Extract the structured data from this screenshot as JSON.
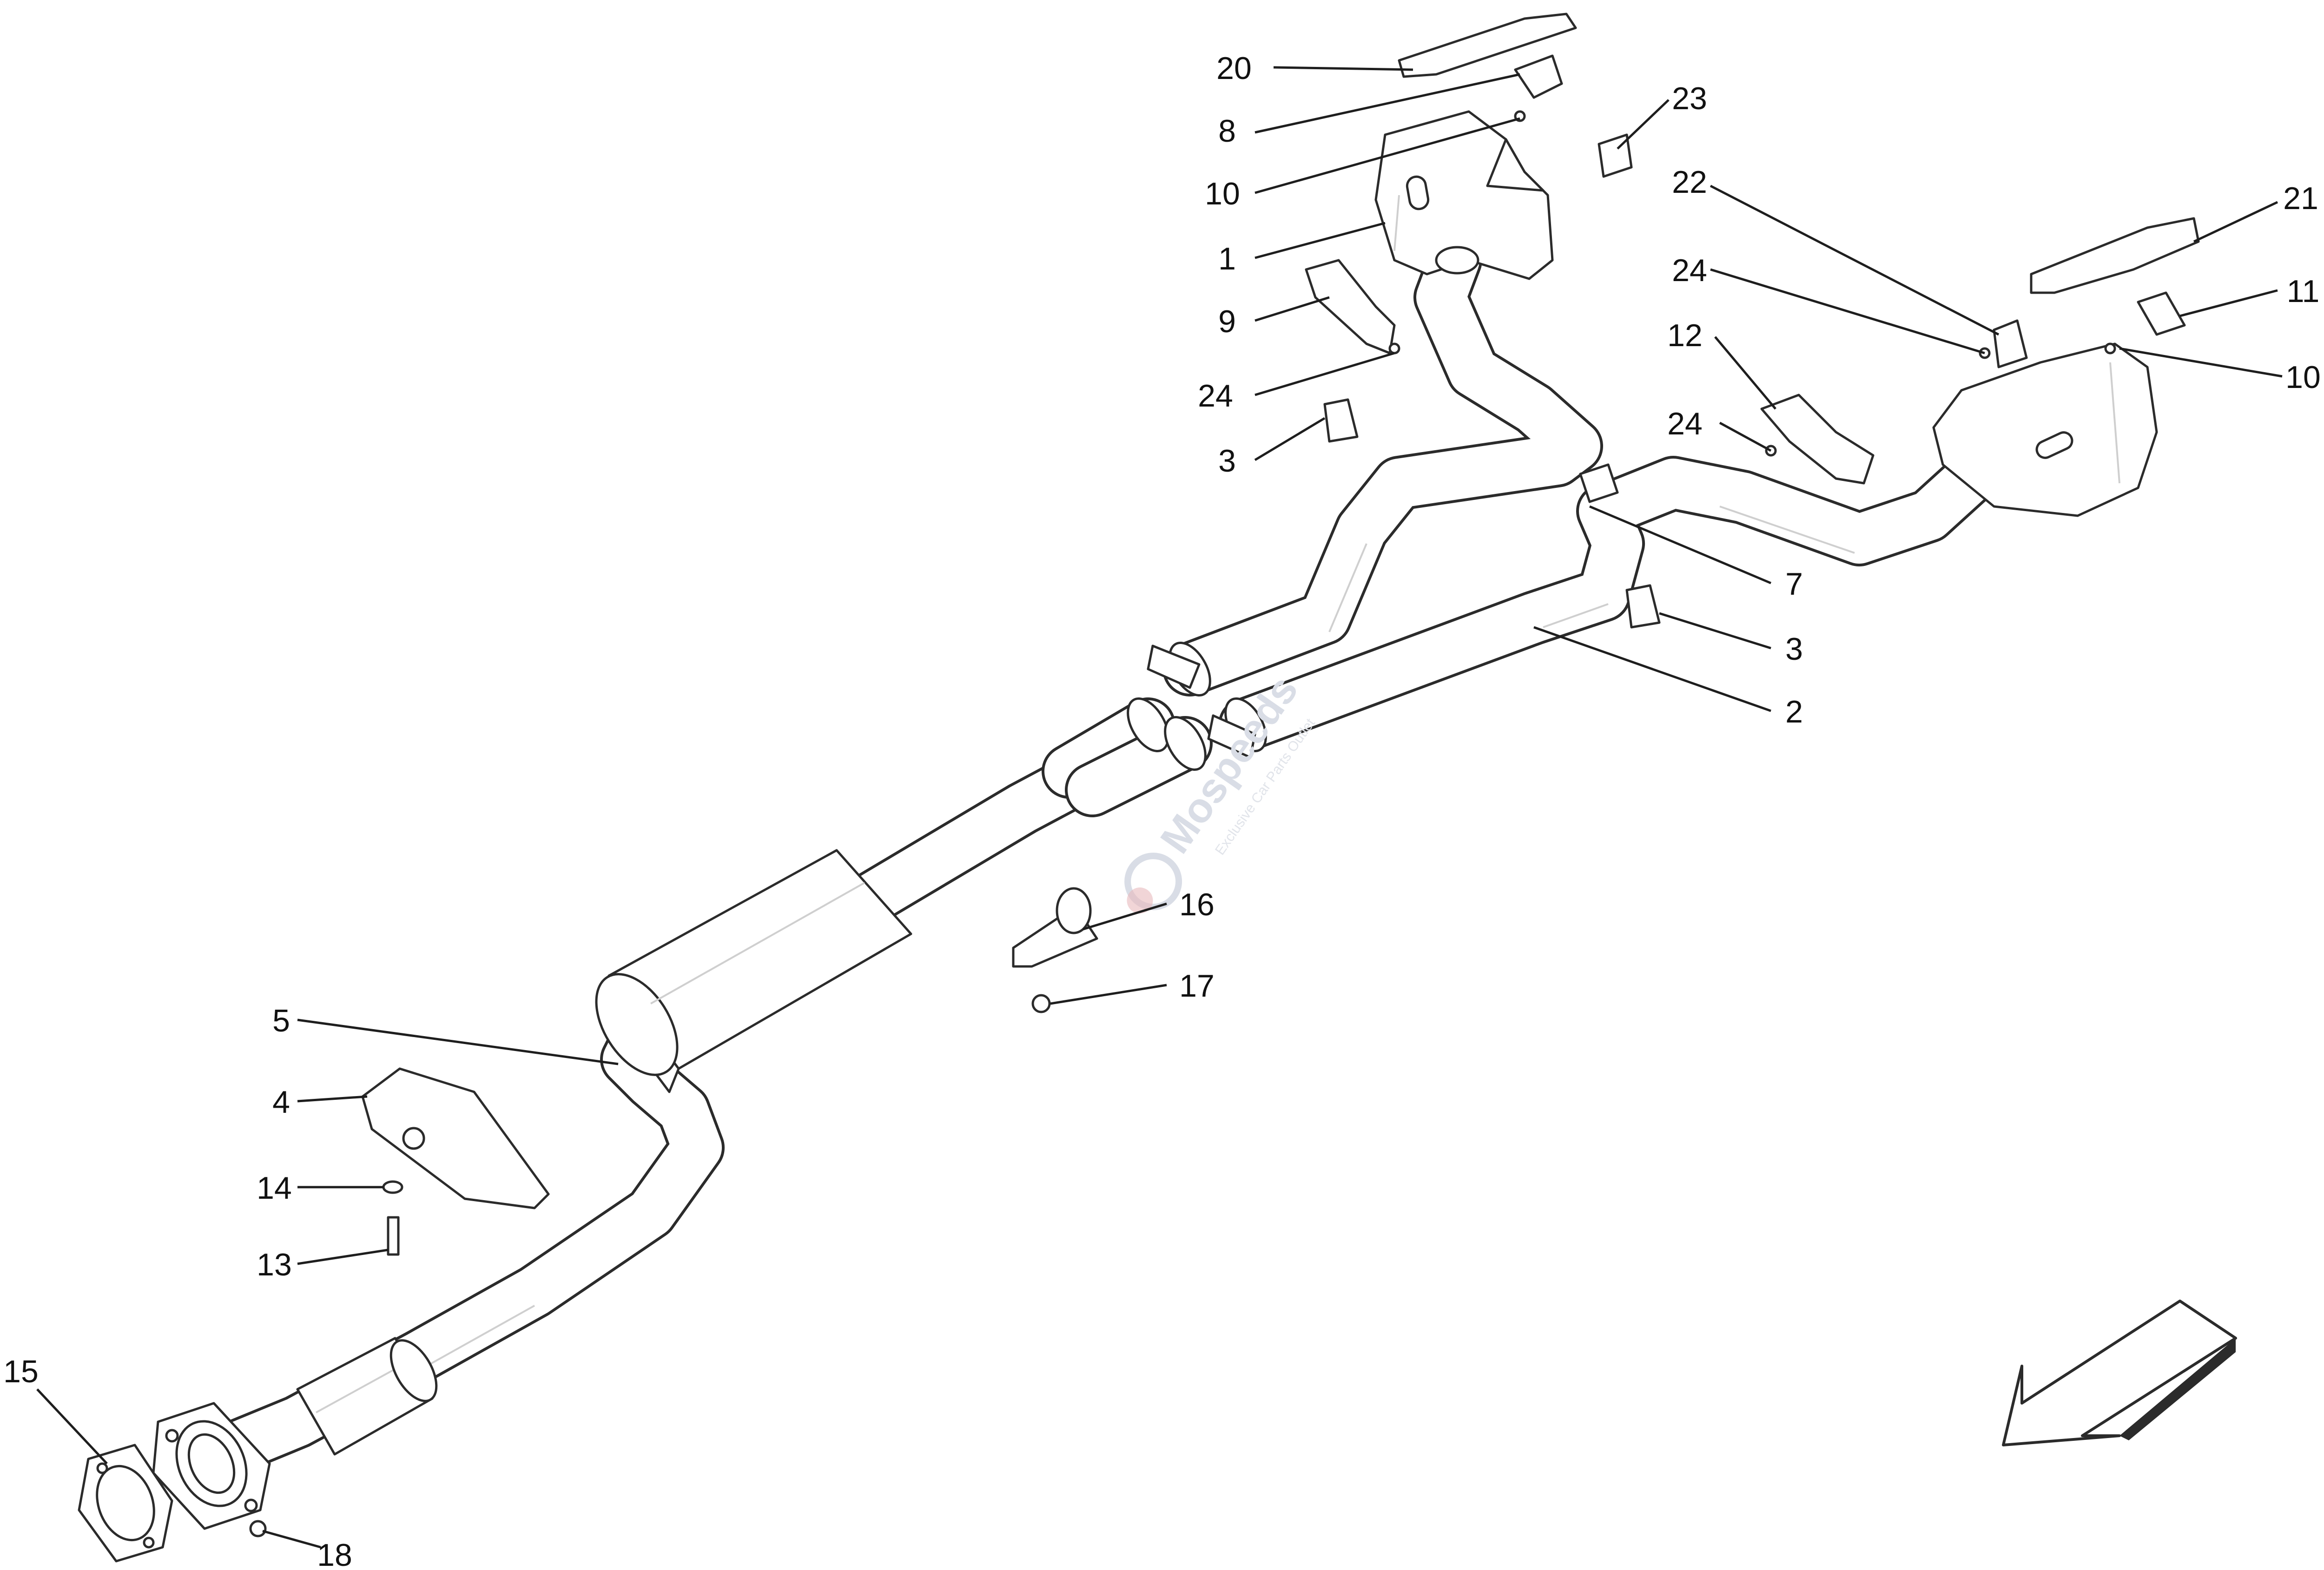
{
  "diagram": {
    "callouts": [
      {
        "id": "c20",
        "label": "20"
      },
      {
        "id": "c8",
        "label": "8"
      },
      {
        "id": "c23",
        "label": "23"
      },
      {
        "id": "c10a",
        "label": "10"
      },
      {
        "id": "c22",
        "label": "22"
      },
      {
        "id": "c21",
        "label": "21"
      },
      {
        "id": "c1",
        "label": "1"
      },
      {
        "id": "c24a",
        "label": "24"
      },
      {
        "id": "c11",
        "label": "11"
      },
      {
        "id": "c9",
        "label": "9"
      },
      {
        "id": "c12",
        "label": "12"
      },
      {
        "id": "c10b",
        "label": "10"
      },
      {
        "id": "c24b",
        "label": "24"
      },
      {
        "id": "c24c",
        "label": "24"
      },
      {
        "id": "c3a",
        "label": "3"
      },
      {
        "id": "c7",
        "label": "7"
      },
      {
        "id": "c3b",
        "label": "3"
      },
      {
        "id": "c2",
        "label": "2"
      },
      {
        "id": "c16",
        "label": "16"
      },
      {
        "id": "c17",
        "label": "17"
      },
      {
        "id": "c5",
        "label": "5"
      },
      {
        "id": "c4",
        "label": "4"
      },
      {
        "id": "c14",
        "label": "14"
      },
      {
        "id": "c13",
        "label": "13"
      },
      {
        "id": "c15",
        "label": "15"
      },
      {
        "id": "c18",
        "label": "18"
      }
    ],
    "watermark": {
      "brand": "Mospeeds",
      "tagline": "Exclusive Car Parts Outlet"
    },
    "colors": {
      "line": "#2b2b2b",
      "fill": "#ffffff",
      "shading": "#cfcfcf",
      "watermark": "#d9dde6",
      "watermark_accent": "#e8b9bd"
    }
  }
}
